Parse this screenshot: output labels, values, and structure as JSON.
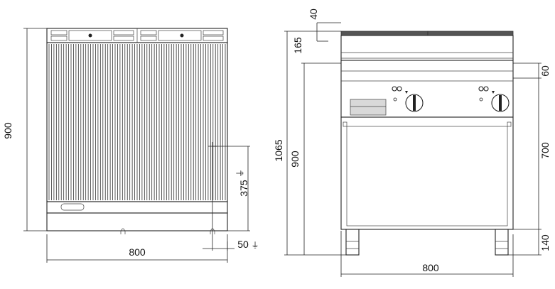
{
  "front_view": {
    "width_label": "800",
    "depth_label": "900",
    "drain_height_label": "375",
    "drain_offset_label": "50",
    "drain_symbol": "⏚",
    "ribs": 72
  },
  "side_view": {
    "top_label": "40",
    "upper_label": "165",
    "panel_label": "60",
    "body_label": "700",
    "total_label": "1065",
    "height_label": "900",
    "leg_label": "140",
    "width_label": "800"
  }
}
